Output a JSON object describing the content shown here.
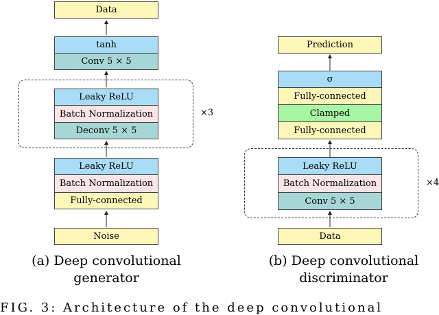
{
  "generator": {
    "output": "Data",
    "blocks": [
      "tanh",
      "Conv 5 × 5",
      "Leaky ReLU",
      "Batch Normalization",
      "Deconv 5 × 5",
      "Leaky ReLU",
      "Batch Normalization",
      "Fully-connected"
    ],
    "input": "Noise",
    "repeat": "×3",
    "caption_line1": "(a) Deep convolutional",
    "caption_line2": "generator"
  },
  "discriminator": {
    "output": "Prediction",
    "blocks": [
      "σ",
      "Fully-connected",
      "Clamped",
      "Fully-connected",
      "Leaky ReLU",
      "Batch Normalization",
      "Conv 5 × 5"
    ],
    "input": "Data",
    "repeat": "×4",
    "caption_line1": "(b) Deep convolutional",
    "caption_line2": "discriminator"
  },
  "footer_text": "FIG. 3: Architecture of the deep convolutional",
  "colors": {
    "yellow": "#fdf6b9",
    "blue": "#a9dcf6",
    "pink": "#f9e4e6",
    "teal": "#a6d7d6",
    "green": "#a8f5a4"
  }
}
